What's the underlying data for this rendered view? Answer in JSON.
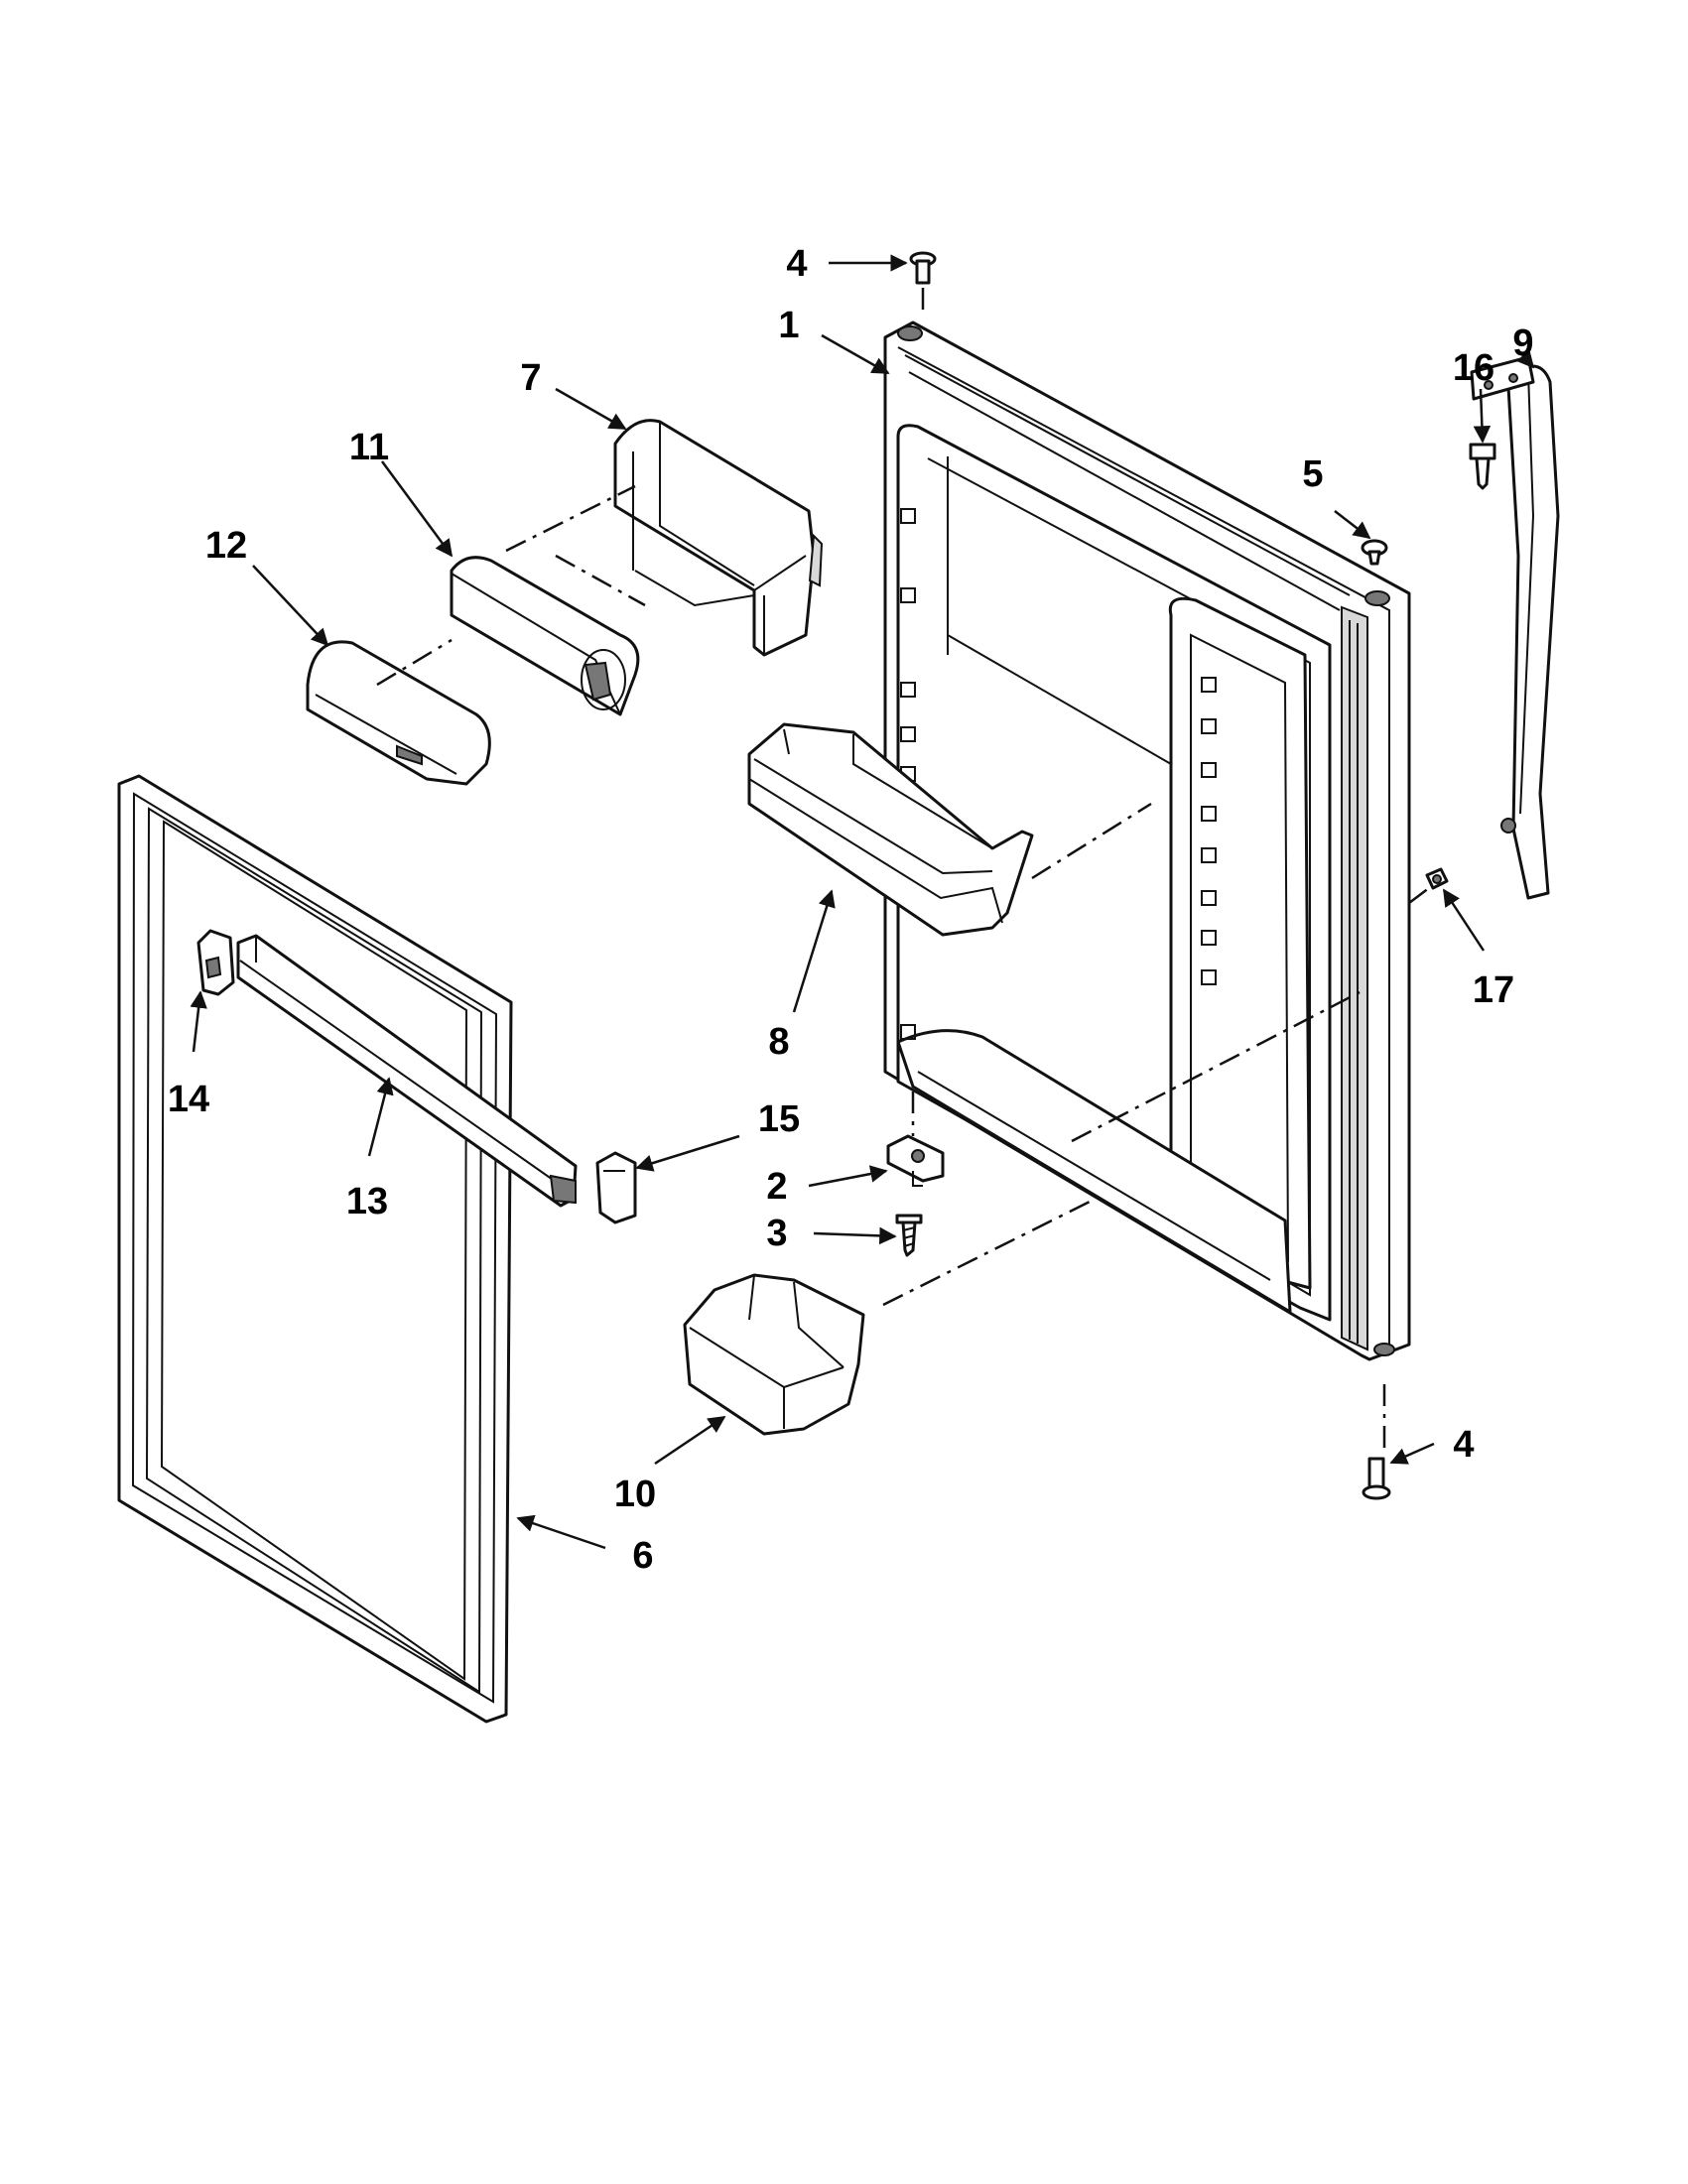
{
  "callouts": [
    "1",
    "2",
    "3",
    "4",
    "4",
    "5",
    "6",
    "7",
    "8",
    "9",
    "10",
    "11",
    "12",
    "13",
    "14",
    "15",
    "16",
    "17"
  ]
}
